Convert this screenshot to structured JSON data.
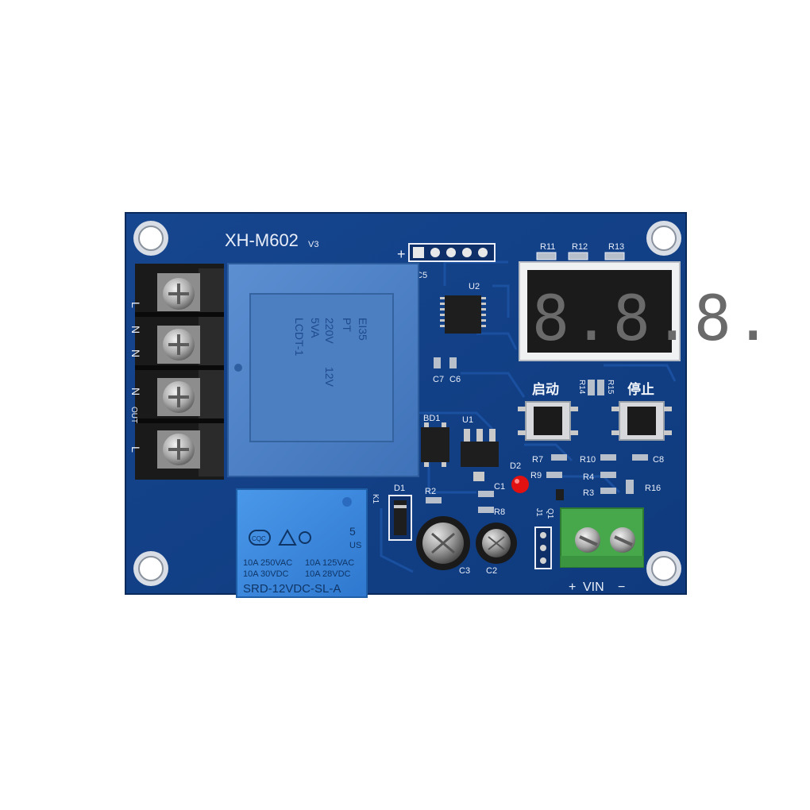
{
  "board": {
    "model": "XH-M602",
    "version": "V3",
    "header_plus": "+",
    "colors": {
      "pcb": "#123f86",
      "pcb_dark": "#0c2f67",
      "transformer": "#4f82c6",
      "relay": "#3d8be0",
      "terminal_green": "#46a84b",
      "led": "#e11111"
    }
  },
  "display": {
    "digits": "8.8.8."
  },
  "buttons": {
    "start_label": "启动",
    "stop_label": "停止"
  },
  "terminal_labels": {
    "left": [
      "L",
      "N",
      "N",
      "N",
      "OUT",
      "L"
    ],
    "vin_plus": "+",
    "vin_label": "VIN",
    "vin_minus": "−"
  },
  "transformer": {
    "lines": [
      "PT",
      "EI35",
      "5VA",
      "220V",
      "12V",
      "LCDT-1"
    ]
  },
  "relay": {
    "cert1": "CQC",
    "cert3": "US",
    "number": "5",
    "rating_left_1": "10A 250VAC",
    "rating_left_2": "10A 30VDC",
    "rating_right_1": "10A 125VAC",
    "rating_right_2": "10A 28VDC",
    "model": "SRD-12VDC-SL-A"
  },
  "components": {
    "R11": "R11",
    "R12": "R12",
    "R13": "R13",
    "C5": "C5",
    "U2": "U2",
    "C7": "C7",
    "C6": "C6",
    "R14": "R14",
    "R15": "R15",
    "BD1": "BD1",
    "U1": "U1",
    "D1": "D1",
    "D2": "D2",
    "R2": "R2",
    "C1": "C1",
    "R8": "R8",
    "R7": "R7",
    "R10": "R10",
    "C8": "C8",
    "R9": "R9",
    "R4": "R4",
    "R3": "R3",
    "R16": "R16",
    "J1": "J1",
    "Q1": "Q1",
    "C3": "C3",
    "C2": "C2",
    "K1": "K1"
  }
}
